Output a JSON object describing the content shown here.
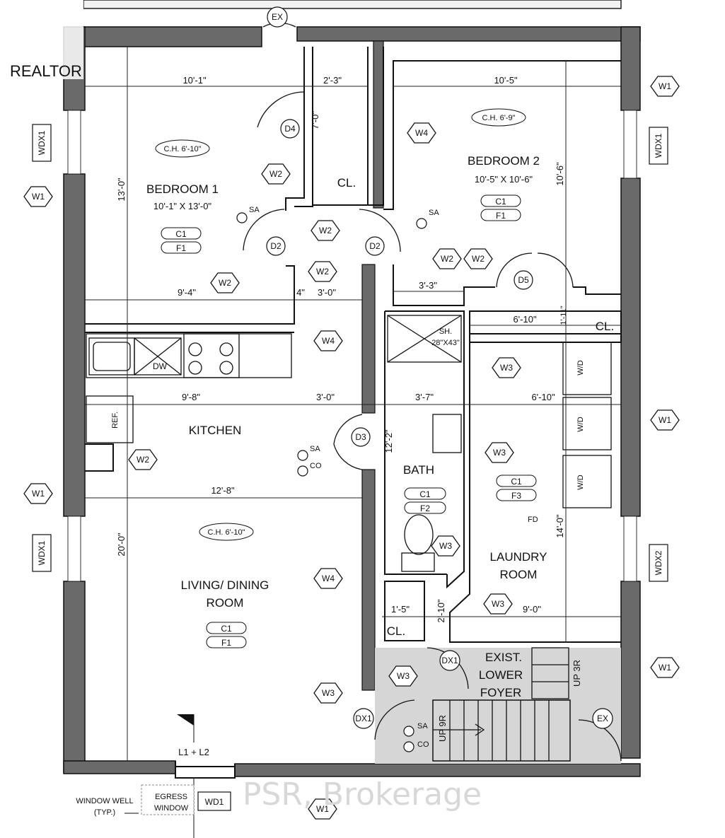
{
  "rooms": {
    "bedroom1": {
      "name": "BEDROOM 1",
      "size": "10'-1\" X 13'-0\"",
      "ceiling": "C.H. 6'-10\""
    },
    "bedroom2": {
      "name": "BEDROOM 2",
      "size": "10'-5\" X 10'-6\"",
      "ceiling": "C.H. 6'-9\""
    },
    "kitchen": {
      "name": "KITCHEN"
    },
    "living": {
      "name_line1": "LIVING/ DINING",
      "name_line2": "ROOM",
      "ceiling": "C.H. 6'-10\""
    },
    "bath": {
      "name": "BATH"
    },
    "laundry": {
      "name_line1": "LAUNDRY",
      "name_line2": "ROOM"
    },
    "foyer": {
      "line1": "EXIST.",
      "line2": "LOWER",
      "line3": "FOYER"
    },
    "closet": "CL."
  },
  "dimensions": {
    "b1_width": "10'-1\"",
    "b1_length": "13'-0\"",
    "closet_width": "2'-3\"",
    "closet_length": "7'-0\"",
    "b2_width": "10'-5\"",
    "b2_length": "10'-6\"",
    "b1_lower": "9'-4\"",
    "hall_gap": "4\"",
    "hall_width": "3'-0\"",
    "hall_width2": "3'-3\"",
    "cl2_width": "6'-10\"",
    "cl2_depth": "1'-11\"",
    "kitchen_width": "9'-8\"",
    "hall_width3": "3'-0\"",
    "bath_width": "3'-7\"",
    "laundry_width": "6'-10\"",
    "bath_length": "12'-2\"",
    "living_width": "12'-8\"",
    "living_length": "20'-0\"",
    "laundry_length": "14'-0\"",
    "cl3_width": "1'-5\"",
    "cl3_depth": "2'-10\"",
    "laundry_lower": "9'-0\""
  },
  "tags": {
    "w1": "W1",
    "w2": "W2",
    "w3": "W3",
    "w4": "W4",
    "wdx1": "WDX1",
    "wdx2": "WDX2",
    "ex": "EX",
    "d2": "D2",
    "d3": "D3",
    "d4": "D4",
    "d5": "D5",
    "dx1": "DX1",
    "wd1": "WD1",
    "c1": "C1",
    "f1": "F1",
    "f2": "F2",
    "f3": "F3",
    "sa": "SA",
    "co": "CO",
    "fd": "FD",
    "wd": "W/D",
    "dw": "DW",
    "ref": "REF.",
    "shower_label": "SH.",
    "shower_size": "28\"X43\"",
    "l1l2": "L1 + L2",
    "stair_up9": "UP 9R",
    "stair_up3": "UP 3R"
  },
  "notes": {
    "window_well_line1": "WINDOW WELL",
    "window_well_line2": "(TYP.)",
    "egress_line1": "EGRESS",
    "egress_line2": "WINDOW"
  },
  "watermarks": {
    "logo": "REALTOR",
    "brokerage": "PSR, Brokerage"
  },
  "colors": {
    "wall": "#6a6a6a",
    "stair_fill": "#d6d6d6",
    "line": "#1a1a1a"
  }
}
